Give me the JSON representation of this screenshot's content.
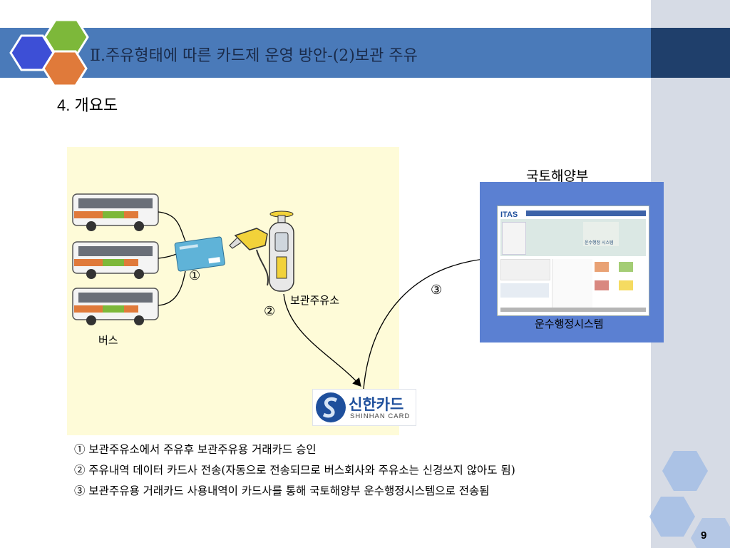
{
  "slide": {
    "title": "Ⅱ.주유형태에 따른 카드제 운영 방안-(2)보관 주유",
    "subtitle": "4. 개요도",
    "page_number": "9"
  },
  "diagram": {
    "bus_label": "버스",
    "station_label": "보관주유소",
    "ministry_label": "국토해양부",
    "system_label": "운수행정시스템",
    "card_company": {
      "logo_korean": "신한카드",
      "logo_english": "SHINHAN CARD"
    },
    "step_markers": [
      "①",
      "②",
      "③"
    ],
    "screen": {
      "logo": "ITAS",
      "badge": "운수행정 시스템"
    }
  },
  "notes": [
    "① 보관주유소에서 주유후 보관주유용 거래카드 승인",
    "② 주유내역 데이터 카드사 전송(자동으로 전송되므로 버스회사와 주유소는 신경쓰지 않아도 됨)",
    "③ 보관주유용 거래카드 사용내역이 카드사를 통해 국토해양부 운수행정시스템으로 전송됨"
  ],
  "colors": {
    "title_band": "#4a7ab9",
    "panel_yellow": "#fefbd8",
    "panel_blue": "#5b80d2",
    "hex_blue": "#3d4fd6",
    "hex_green": "#7db83a",
    "hex_orange": "#e07a3a"
  }
}
